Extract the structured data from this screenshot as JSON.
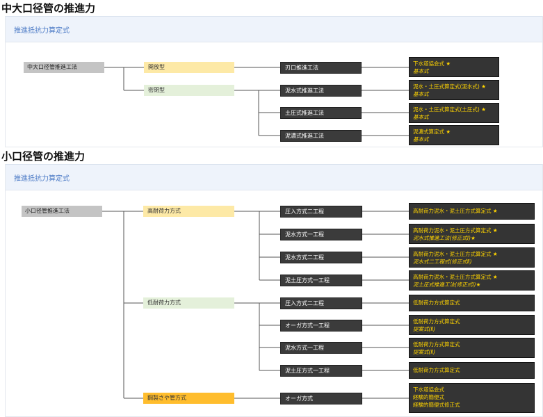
{
  "sections": [
    {
      "heading": "中大口径管の推進力",
      "panel_title": "推進抵抗力算定式",
      "root": "中大口径管推進工法",
      "groups": [
        {
          "label": "開放型",
          "methods": [
            {
              "label": "刃口推進工法",
              "formula": [
                "下水道協会式 ★",
                "基本式"
              ]
            }
          ]
        },
        {
          "label": "密閉型",
          "methods": [
            {
              "label": "泥水式推進工法",
              "formula": [
                "泥水・土圧式算定式(泥水式) ★",
                "基本式"
              ]
            },
            {
              "label": "土圧式推進工法",
              "formula": [
                "泥水・土圧式算定式(土圧式) ★",
                "基本式"
              ]
            },
            {
              "label": "泥濃式推進工法",
              "formula": [
                "泥濃式算定式 ★",
                "基本式"
              ]
            }
          ]
        }
      ]
    },
    {
      "heading": "小口径管の推進力",
      "panel_title": "推進抵抗力算定式",
      "root": "小口径管推進工法",
      "groups": [
        {
          "label": "高耐荷力方式",
          "methods": [
            {
              "label": "圧入方式二工程",
              "formula": [
                "高耐荷力泥水・泥土圧方式算定式 ★"
              ]
            },
            {
              "label": "泥水方式一工程",
              "formula": [
                "高耐荷力泥水・泥土圧方式算定式 ★",
                "泥水式推進工法(修正式Ⅰ)★"
              ]
            },
            {
              "label": "泥水方式二工程",
              "formula": [
                "高耐荷力泥水・泥土圧方式算定式 ★",
                "泥水式二工程式(修正式Ⅱ)"
              ]
            },
            {
              "label": "泥土圧方式一工程",
              "formula": [
                "高耐荷力泥水・泥土圧方式算定式 ★",
                "泥土圧式推進工法(修正式Ⅰ)★"
              ]
            }
          ]
        },
        {
          "label": "低耐荷力方式",
          "methods": [
            {
              "label": "圧入方式二工程",
              "formula": [
                "低耐荷力方式算定式"
              ]
            },
            {
              "label": "オーガ方式一工程",
              "formula": [
                "低耐荷力方式算定式",
                "提案式(Ⅱ)"
              ]
            },
            {
              "label": "泥水方式一工程",
              "formula": [
                "低耐荷力方式算定式",
                "提案式(Ⅱ)"
              ]
            },
            {
              "label": "泥土圧方式一工程",
              "formula": [
                "低耐荷力方式算定式"
              ]
            }
          ]
        },
        {
          "label": "鋼製さや管方式",
          "methods": [
            {
              "label": "オーガ方式",
              "formula": [
                "下水道協会式",
                "経験的簡便式",
                "経験的簡便式修正式"
              ]
            }
          ]
        }
      ]
    }
  ]
}
